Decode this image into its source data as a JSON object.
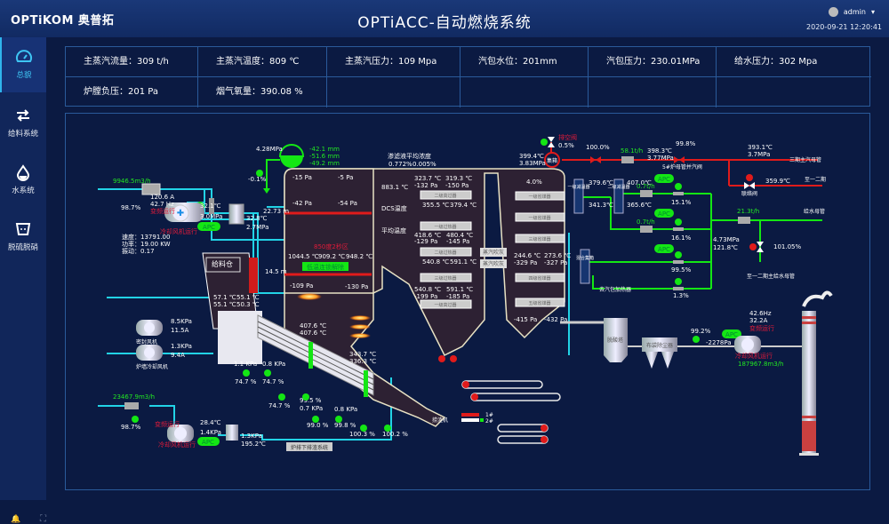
{
  "header": {
    "logo": "OPTiKOM 奥普拓",
    "title": "OPTiACC-自动燃烧系统",
    "user": "admin",
    "user_caret": "▾",
    "datetime": "2020-09-21 12:20:41"
  },
  "sidebar": {
    "items": [
      {
        "label": "总貌",
        "icon": "speedometer-icon",
        "active": true
      },
      {
        "label": "给料系统",
        "icon": "exchange-arrows-icon",
        "active": false
      },
      {
        "label": "水系统",
        "icon": "water-drop-icon",
        "active": false
      },
      {
        "label": "脱硫脱硝",
        "icon": "desulfurization-icon",
        "active": false
      }
    ],
    "bottom_icon": "alarm-bell-icon",
    "expand_icon": "fullscreen-icon"
  },
  "stats": [
    [
      "主蒸汽流量：309 t/h",
      "主蒸汽温度：809 ℃",
      "主蒸汽压力：109 Mpa",
      "汽包水位：201mm",
      "汽包压力：230.01MPa",
      "给水压力：302 Mpa"
    ],
    [
      "炉膛负压：201 Pa",
      "烟气氧量：390.08 %",
      "",
      "",
      "",
      ""
    ]
  ],
  "diagram": {
    "fan1": {
      "flow": "9946.5m3/h",
      "valve": "98.7%",
      "current": "120.6 A",
      "freq": "42.7 Hz",
      "status": "变频运行",
      "name": "冷却风机运行",
      "temp": "32.1℃",
      "press": "3.0MPa",
      "apc": "APC",
      "out_temp": "32.8℃",
      "out_press": "2.7MPa",
      "speed": "速度：13791.00",
      "power": "功率：19.00 KW",
      "vibration": "振动：0.17"
    },
    "drum": {
      "press": "4.28MPa",
      "levels": [
        "-42.1 mm",
        "-51.6 mm",
        "-49.2 mm"
      ],
      "valve": "-0.1%"
    },
    "furnace": {
      "p1": "-15 Pa",
      "p2": "-5 Pa",
      "p3": "-42 Pa",
      "p4": "-54 Pa",
      "temp_top": "883.1 ℃",
      "dcs": "DCS温度",
      "avg": "平均温度",
      "zone": "850度2秒区",
      "t1": "1044.5 ℃",
      "t2": "909.2 ℃",
      "t3": "948.2 ℃",
      "interlock": "低温连锁解除",
      "p5": "-109 Pa",
      "p6": "-130 Pa",
      "level1": "22.73 m",
      "level2": "14.5 m",
      "grate_t1": "407.6 ℃",
      "grate_t2": "407.6 ℃",
      "grate_t3": "343.7 ℃",
      "grate_t4": "336.3 ℃"
    },
    "feed": {
      "label": "给料仓",
      "t1": "57.1 ℃",
      "t2": "55.1 ℃",
      "t3": "55.1 ℃",
      "t4": "50.3 ℃"
    },
    "filter": {
      "label": "渗滤液平均浓度",
      "v1": "0.772%",
      "v2": "0.005%"
    },
    "pass2": {
      "a_t": "323.7 ℃",
      "a_p": "-132 Pa",
      "b_t": "319.3 ℃",
      "b_p": "-150 Pa",
      "c_t": "355.5 ℃",
      "d_t": "379.4 ℃",
      "e_t": "418.6 ℃",
      "e_p": "-129 Pa",
      "f_t": "480.4 ℃",
      "f_p": "-145 Pa",
      "g_t": "540.8 ℃",
      "h_t": "591.1 ℃",
      "i_t": "540.8 ℃",
      "i_p": "-199 Pa",
      "j_t": "591.1 ℃",
      "j_p": "-185 Pa",
      "tubes": [
        "二级高过器",
        "一级过热器",
        "二级过热器",
        "三级过热器",
        "一级高过器"
      ]
    },
    "soot": [
      "蒸汽吹灰",
      "蒸汽吹灰"
    ],
    "pass3": {
      "pct": "4.0%",
      "t1": "244.6 ℃",
      "p1": "-329 Pa",
      "t2": "273.6 ℃",
      "p2": "-327 Pa",
      "p3": "-415 Pa",
      "p4": "-432 Pa",
      "tubes": [
        "一级省煤器",
        "一级省煤器",
        "三级省煤器",
        "四级省煤器",
        "五级省煤器"
      ]
    },
    "steam": {
      "header_label": "集箱",
      "header_t": "399.4℃",
      "header_p": "3.83MPa",
      "vent_label": "排空阀",
      "vent_pct": "0.5%",
      "valve1": "100.0%",
      "flow": "58.1t/h",
      "t": "398.3℃",
      "p": "3.77MPa",
      "valve2": "99.8%",
      "vent2": "5#炉母管并汽阀",
      "main_t": "393.1℃",
      "main_p": "3.7MPa",
      "main_label": "三期主汽母管",
      "link_label": "联络阀",
      "link_t": "359.9℃",
      "to12": "至一二期"
    },
    "desuper": {
      "d1": "一级减温器",
      "d1_t1": "379.6℃",
      "d1_t2": "341.3℃",
      "d2": "二级减温器",
      "d2_t1": "407.0℃",
      "d2_t2": "365.6℃",
      "mix": "混合集箱",
      "f1": "0.7t/h",
      "f2": "0.7t/h",
      "v1": "15.1%",
      "v2": "16.1%",
      "v3": "99.5%",
      "v4": "1.3%",
      "apc": "APC",
      "heater": "去汽包加热器",
      "fw_p": "4.73MPa",
      "fw_t": "121.8℃"
    },
    "feedwater": {
      "flow": "21.3t/h",
      "label": "给水母管",
      "valve": "101.05%",
      "to": "至一二期主给水母管"
    },
    "fans": {
      "seal": {
        "p": "8.5KPa",
        "a": "11.5A",
        "name": "密封风机"
      },
      "wall": {
        "p": "1.3KPa",
        "a": "9.4A",
        "name": "炉墙冷却风机"
      }
    },
    "fan2": {
      "flow": "23467.9m3/h",
      "valve": "98.7%",
      "status": "变频运行",
      "name": "冷却风机运行",
      "temp": "28.4℃",
      "press": "1.4KPa",
      "apc": "APC",
      "out_p": "1.3KPa",
      "out_t": "195.2℃"
    },
    "grate_air": [
      {
        "p": "1.1 KPa",
        "v": "74.7 %"
      },
      {
        "p": "0.8 KPa",
        "v": "74.7 %"
      },
      {
        "p": "",
        "v": "74.7 %"
      },
      {
        "p": "0.7 KPa",
        "v": "99.5 %"
      },
      {
        "p": "",
        "v": "99.0 %"
      },
      {
        "p": "0.8 KPa",
        "v": "99.8 %"
      },
      {
        "p": "",
        "v": "100.3 %"
      },
      {
        "p": "",
        "v": "100.2 %"
      }
    ],
    "ash_system": "炉排下排渣系统",
    "slag": {
      "label": "捞渣机",
      "l1": "1#",
      "l2": "2#"
    },
    "flue": {
      "tower": "脱酸塔",
      "bag": "布袋除尘器",
      "valve": "99.2%",
      "press": "-2278Pa",
      "apc": "APC",
      "freq": "42.6Hz",
      "amp": "32.2A",
      "status": "变频运行",
      "name": "冷却风机运行",
      "flow": "187967.8m3/h"
    }
  }
}
